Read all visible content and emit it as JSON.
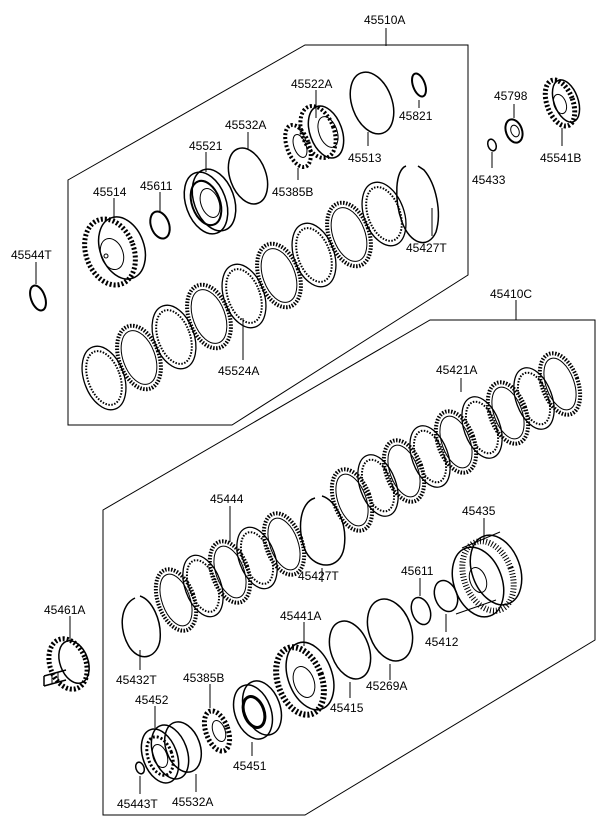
{
  "figure": {
    "upper_assembly_ref": "45510A",
    "lower_assembly_ref": "45410C"
  },
  "labels": {
    "p45510A": "45510A",
    "p45522A": "45522A",
    "p45821": "45821",
    "p45532A_top": "45532A",
    "p45521": "45521",
    "p45513": "45513",
    "p45611_top": "45611",
    "p45514": "45514",
    "p45385B_top": "45385B",
    "p45427T_top": "45427T",
    "p45544T": "45544T",
    "p45524A": "45524A",
    "p45798": "45798",
    "p45541B": "45541B",
    "p45433": "45433",
    "p45410C": "45410C",
    "p45421A": "45421A",
    "p45444": "45444",
    "p45435": "45435",
    "p45427T_bot": "45427T",
    "p45611_bot": "45611",
    "p45412": "45412",
    "p45461A": "45461A",
    "p45441A": "45441A",
    "p45269A": "45269A",
    "p45432T": "45432T",
    "p45385B_bot": "45385B",
    "p45415": "45415",
    "p45452": "45452",
    "p45451": "45451",
    "p45443T": "45443T",
    "p45532A_bot": "45532A"
  },
  "colors": {
    "line": "#000000",
    "background": "#ffffff"
  }
}
